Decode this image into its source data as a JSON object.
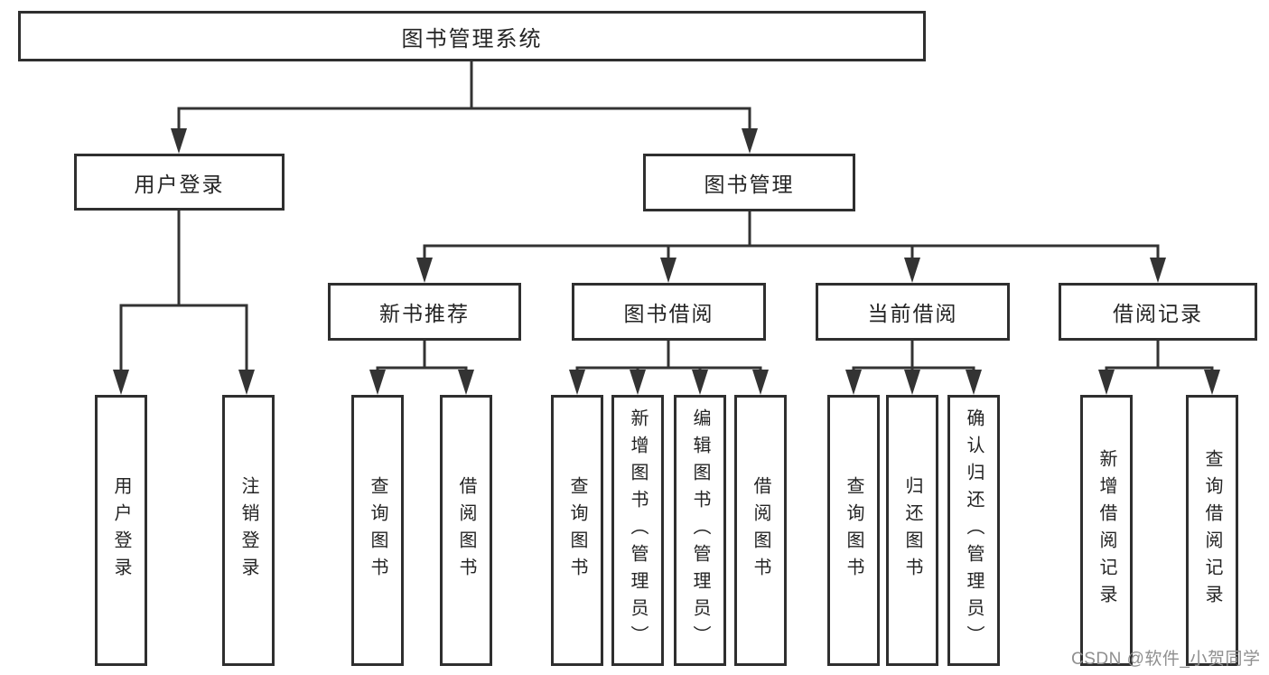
{
  "tree": {
    "label": "图书管理系统",
    "children": [
      {
        "label": "用户登录",
        "children": [
          {
            "label": "用户登录"
          },
          {
            "label": "注销登录"
          }
        ]
      },
      {
        "label": "图书管理",
        "children": [
          {
            "label": "新书推荐",
            "children": [
              {
                "label": "查询图书"
              },
              {
                "label": "借阅图书"
              }
            ]
          },
          {
            "label": "图书借阅",
            "children": [
              {
                "label": "查询图书"
              },
              {
                "label": "新增图书（管理员）"
              },
              {
                "label": "编辑图书（管理员）"
              },
              {
                "label": "借阅图书"
              }
            ]
          },
          {
            "label": "当前借阅",
            "children": [
              {
                "label": "查询图书"
              },
              {
                "label": "归还图书"
              },
              {
                "label": "确认归还（管理员）"
              }
            ]
          },
          {
            "label": "借阅记录",
            "children": [
              {
                "label": "新增借阅记录"
              },
              {
                "label": "查询借阅记录"
              }
            ]
          }
        ]
      }
    ]
  },
  "watermark": "CSDN @软件_小贺同学",
  "colors": {
    "line": "#333333",
    "box_border": "#2f2f2f",
    "text": "#242424",
    "watermark": "#8f8f8f",
    "background": "#ffffff"
  }
}
